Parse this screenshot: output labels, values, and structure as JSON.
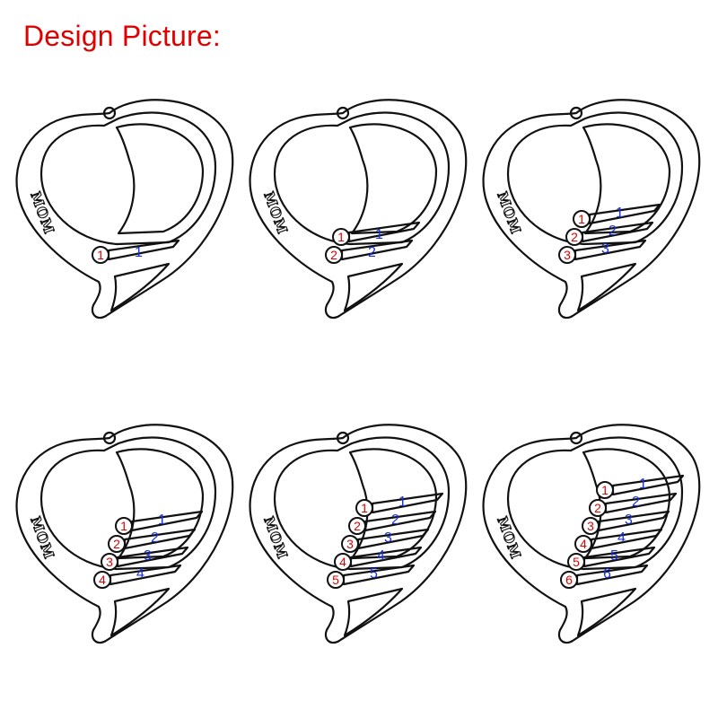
{
  "title": "Design Picture:",
  "colors": {
    "title": "#e00000",
    "stone_number": "#e00000",
    "name_number": "#1830d8",
    "outline": "#111111"
  },
  "pendants": [
    {
      "engraving": "MOM",
      "stones": [
        "1"
      ],
      "names": [
        "1"
      ]
    },
    {
      "engraving": "MOM",
      "stones": [
        "1",
        "2"
      ],
      "names": [
        "1",
        "2"
      ]
    },
    {
      "engraving": "MOM",
      "stones": [
        "1",
        "2",
        "3"
      ],
      "names": [
        "1",
        "2",
        "3"
      ]
    },
    {
      "engraving": "MOM",
      "stones": [
        "1",
        "2",
        "3",
        "4"
      ],
      "names": [
        "1",
        "2",
        "3",
        "4"
      ]
    },
    {
      "engraving": "MOM",
      "stones": [
        "1",
        "2",
        "3",
        "4",
        "5"
      ],
      "names": [
        "1",
        "2",
        "3",
        "4",
        "5"
      ]
    },
    {
      "engraving": "MOM",
      "stones": [
        "1",
        "2",
        "3",
        "4",
        "5",
        "6"
      ],
      "names": [
        "1",
        "2",
        "3",
        "4",
        "5",
        "6"
      ]
    }
  ]
}
